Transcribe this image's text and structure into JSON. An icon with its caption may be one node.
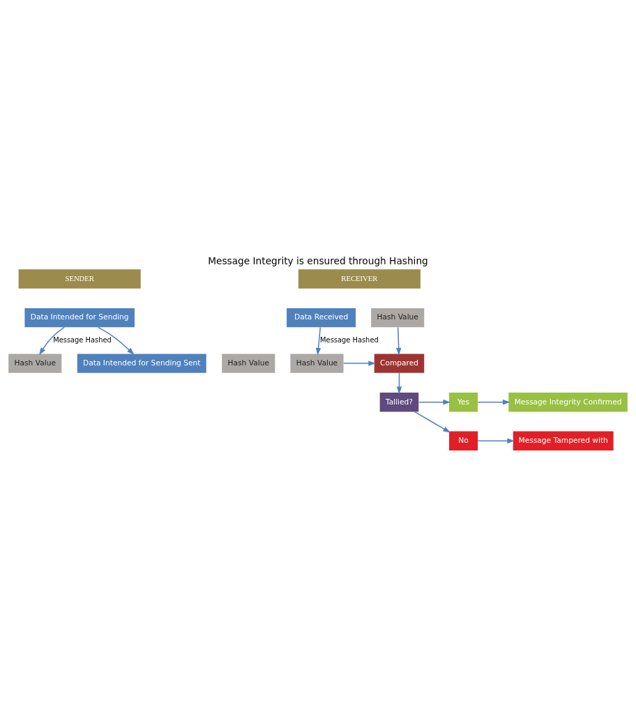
{
  "diagram": {
    "title": "Message Integrity is ensured through Hashing",
    "nodes": [
      {
        "text": [
          "SENDER"
        ]
      },
      {
        "text": [
          "RECEIVER"
        ]
      },
      {
        "text": [
          "Data Intended for Sending"
        ]
      },
      {
        "text": [
          "Hash Value"
        ]
      },
      {
        "text": [
          "Data Intended for Sending Sent"
        ]
      },
      {
        "text": [
          "Hash Value"
        ]
      },
      {
        "text": [
          "Data Received"
        ]
      },
      {
        "text": [
          "Hash Value"
        ]
      },
      {
        "text": [
          "Hash Value"
        ]
      },
      {
        "text": [
          "Compared"
        ]
      },
      {
        "text": [
          "Yes"
        ]
      },
      {
        "text": [
          "Tallied?"
        ]
      },
      {
        "text": [
          "Message Integrity Confirmed"
        ]
      },
      {
        "text": [
          "No"
        ]
      },
      {
        "text": [
          "Message Tampered with"
        ]
      }
    ],
    "edges": [
      {
        "from": 2,
        "to": 3,
        "arrow": "to",
        "label": "Message Hashed"
      },
      {
        "from": 2,
        "to": 4,
        "arrow": "to"
      },
      {
        "from": 6,
        "to": 8,
        "arrow": "to",
        "label": "Message Hashed"
      },
      {
        "from": 7,
        "to": 9,
        "arrow": "to"
      },
      {
        "from": 8,
        "to": 9,
        "arrow": "to"
      },
      {
        "from": 9,
        "to": 11,
        "arrow": "to"
      },
      {
        "from": 11,
        "to": 10,
        "arrow": "to"
      },
      {
        "from": 10,
        "to": 12,
        "arrow": "to"
      },
      {
        "from": 11,
        "to": 13,
        "arrow": "to"
      },
      {
        "from": 13,
        "to": 14,
        "arrow": "to"
      }
    ]
  }
}
